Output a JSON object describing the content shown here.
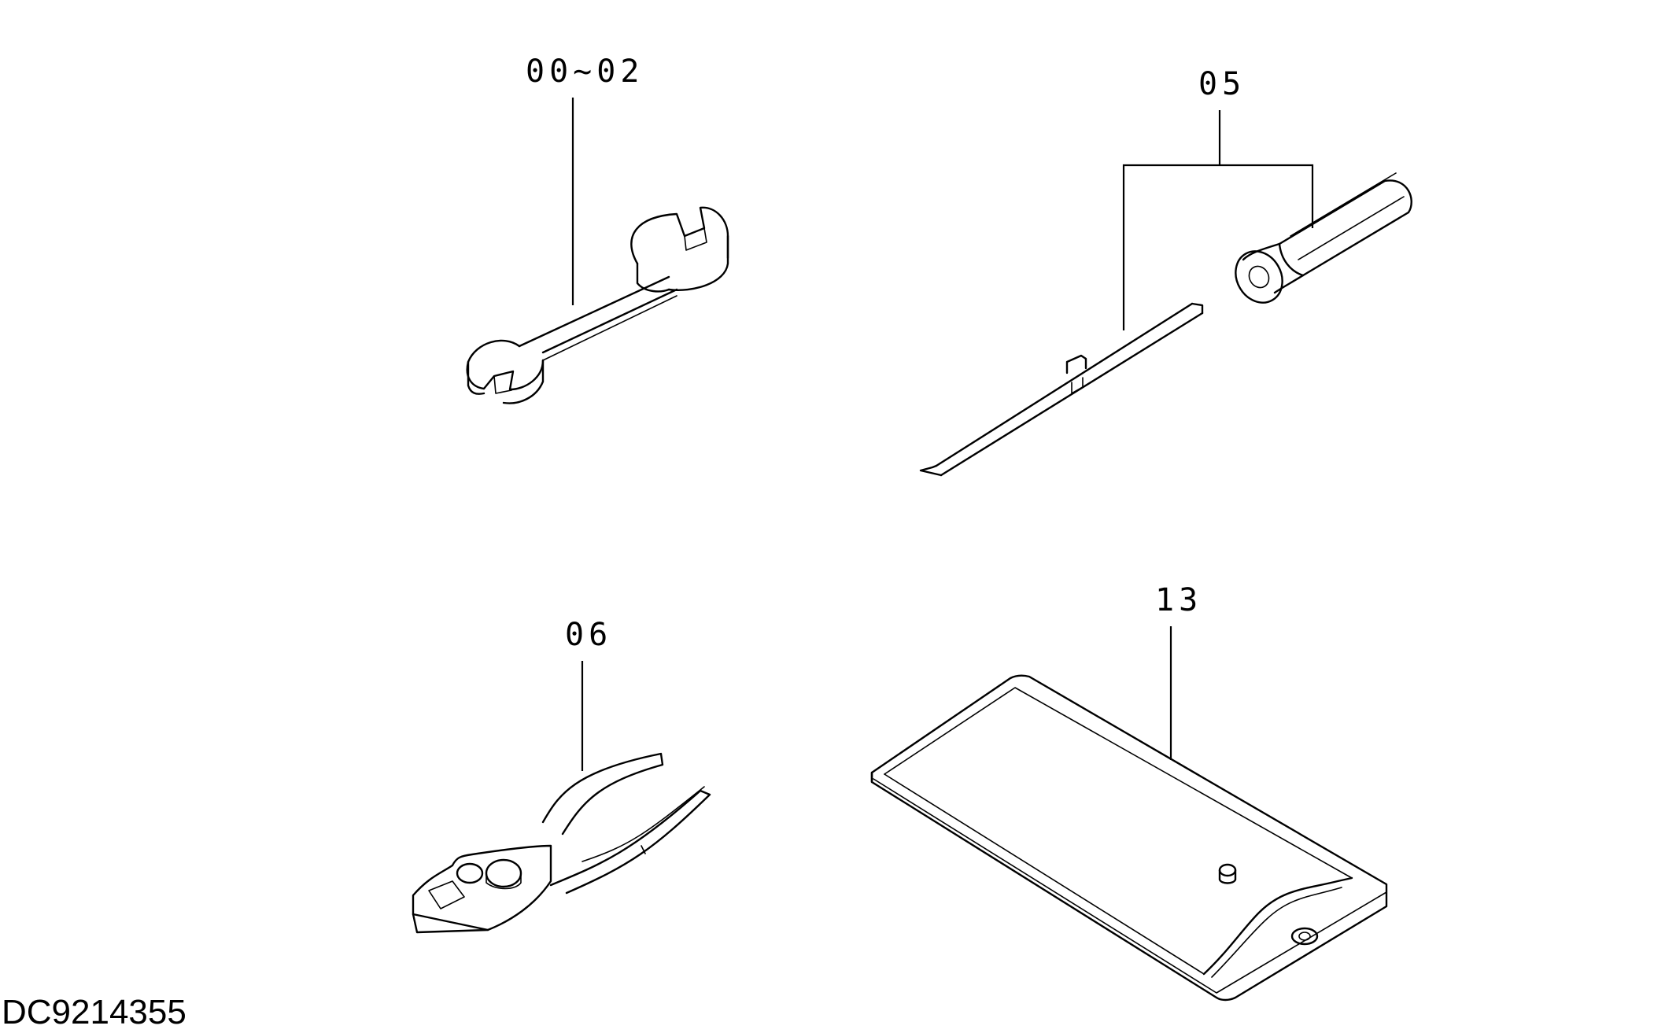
{
  "diagram": {
    "callouts": {
      "wrench": "00~02",
      "screwdriver": "05",
      "pliers": "06",
      "tool_bag": "13"
    },
    "drawing_id": "DC9214355"
  }
}
